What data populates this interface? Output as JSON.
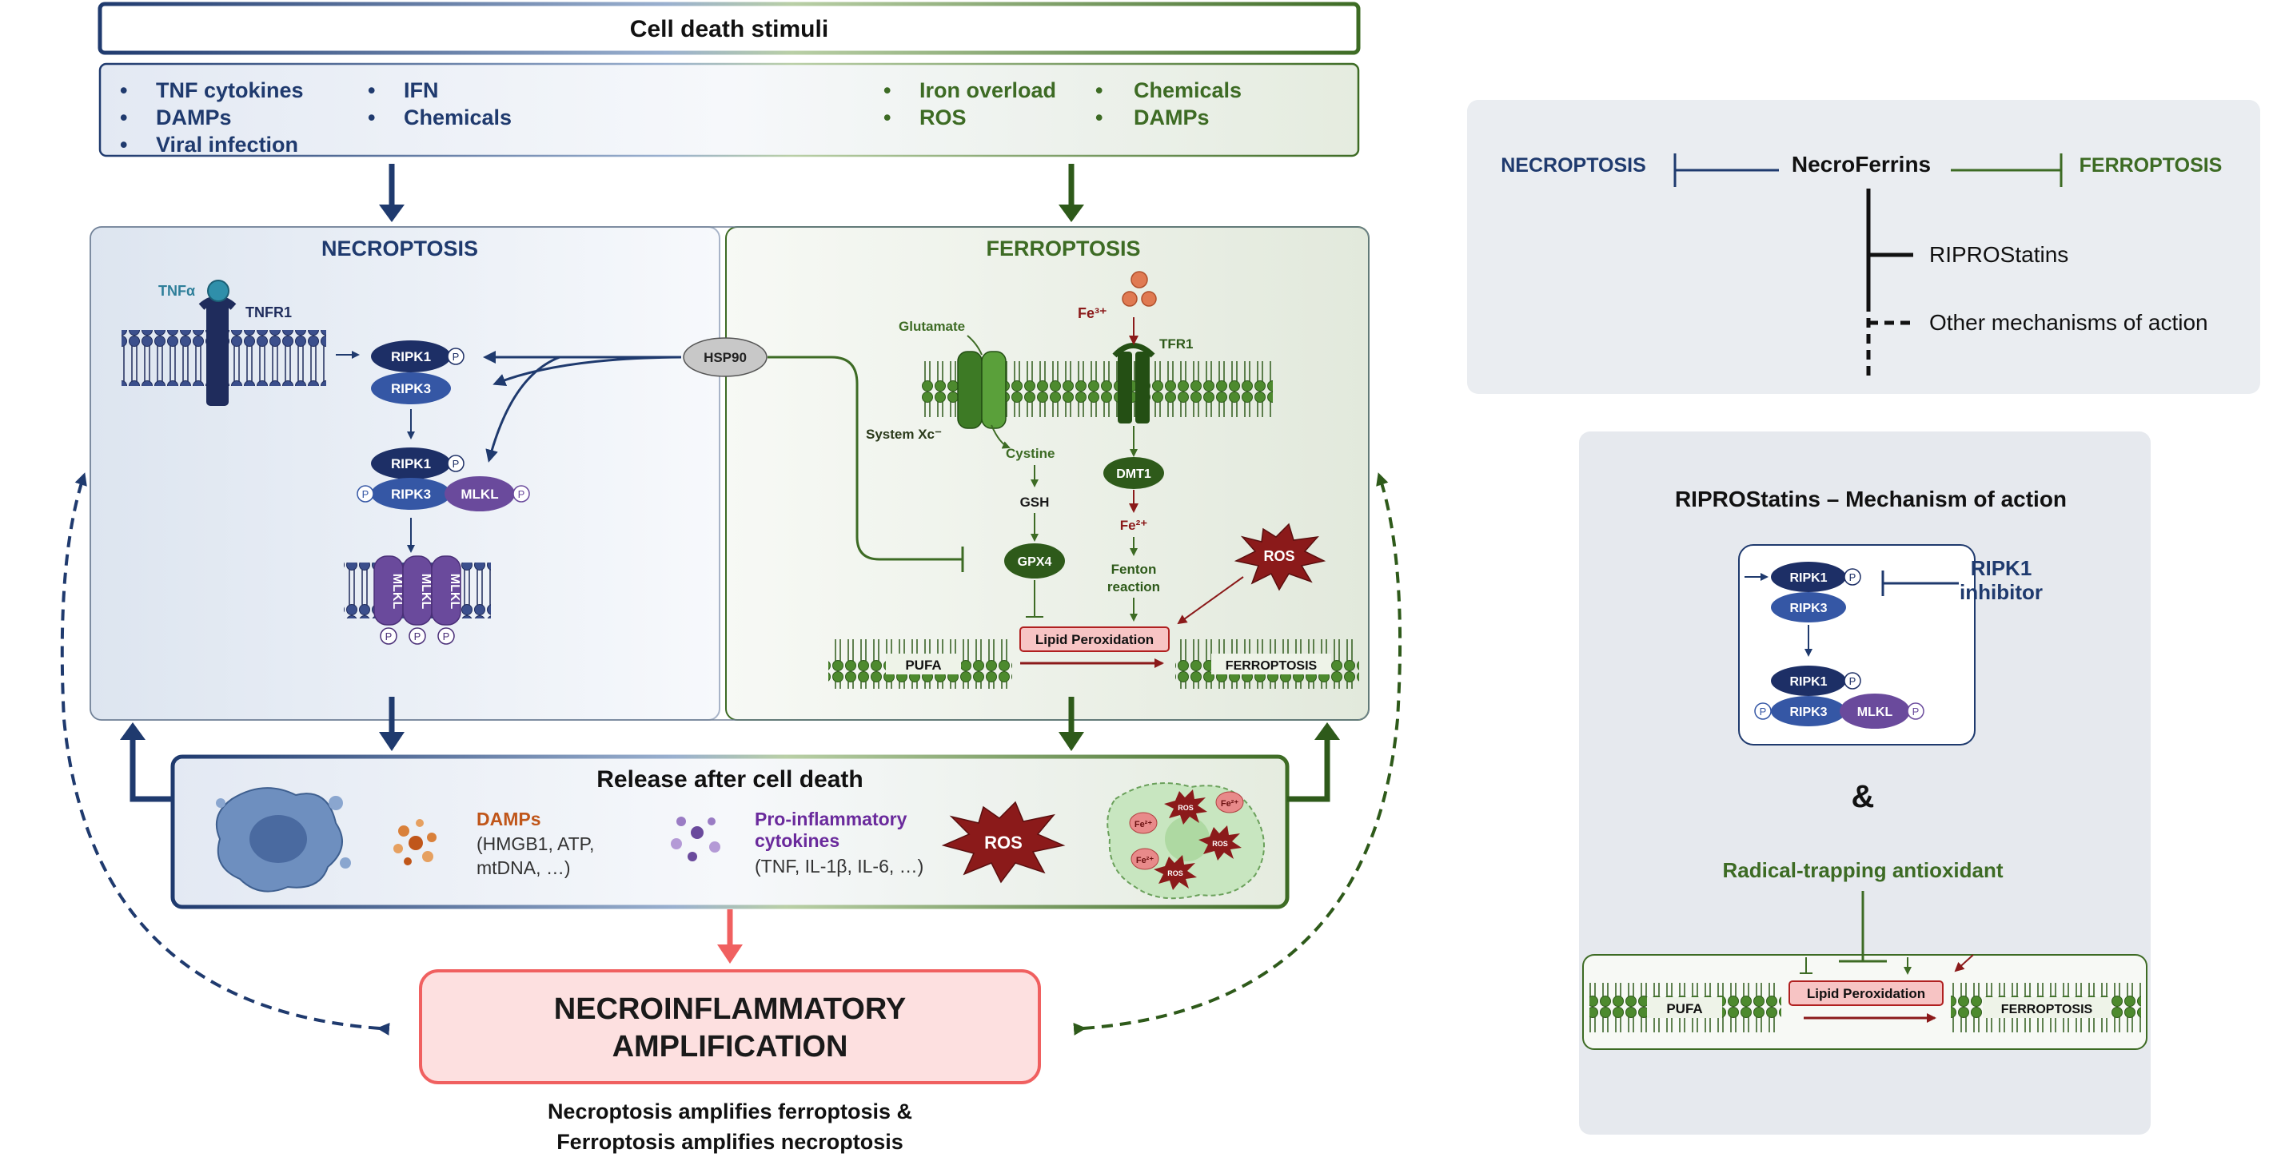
{
  "stimuli": {
    "title": "Cell death stimuli",
    "left_col1": [
      "TNF cytokines",
      "DAMPs",
      "Viral infection"
    ],
    "left_col2": [
      "IFN",
      "Chemicals"
    ],
    "right_col1": [
      "Iron overload",
      "ROS"
    ],
    "right_col2": [
      "Chemicals",
      "DAMPs"
    ],
    "bullet": "•"
  },
  "necroptosis": {
    "title": "NECROPTOSIS",
    "tnfa": "TNFα",
    "tnfr1": "TNFR1",
    "ripk1": "RIPK1",
    "ripk3": "RIPK3",
    "mlkl": "MLKL",
    "p": "P",
    "hsp90": "HSP90"
  },
  "ferroptosis": {
    "title": "FERROPTOSIS",
    "glutamate": "Glutamate",
    "system_xc": "System Xc⁻",
    "cystine": "Cystine",
    "gsh": "GSH",
    "gpx4": "GPX4",
    "fe3": "Fe³⁺",
    "tfr1": "TFR1",
    "dmt1": "DMT1",
    "fe2": "Fe²⁺",
    "fenton": [
      "Fenton",
      "reaction"
    ],
    "ros": "ROS",
    "lipid_perox": "Lipid Peroxidation",
    "pufa": "PUFA",
    "ferro_label": "FERROPTOSIS"
  },
  "release": {
    "title": "Release after cell death",
    "damps_title": "DAMPs",
    "damps_lines": [
      "(HMGB1, ATP,",
      "mtDNA, …)"
    ],
    "cyto_title": [
      "Pro-inflammatory",
      "cytokines"
    ],
    "cyto_line": "(TNF, IL-1β, IL-6, …)",
    "ros": "ROS",
    "fe": "Fe²⁺"
  },
  "amplification": {
    "title": [
      "NECROINFLAMMATORY",
      "AMPLIFICATION"
    ],
    "caption": [
      "Necroptosis amplifies ferroptosis &",
      "Ferroptosis amplifies necroptosis"
    ]
  },
  "necroferrins": {
    "left": "NECROPTOSIS",
    "center": "NecroFerrins",
    "right": "FERROPTOSIS",
    "ripro": "RIPROStatins",
    "other": "Other mechanisms of action"
  },
  "mechanism": {
    "title": "RIPROStatins – Mechanism of action",
    "inhibitor": [
      "RIPK1",
      "inhibitor"
    ],
    "amp": "&",
    "antiox": "Radical-trapping antioxidant",
    "lipid_perox": "Lipid Peroxidation",
    "pufa": "PUFA",
    "ferro_label": "FERROPTOSIS"
  },
  "colors": {
    "navy": "#1f3a6e",
    "green": "#3d6b24",
    "dark_red": "#8b1a1a",
    "purple": "#6a4a9c",
    "orange": "#c0561a",
    "amp_border": "#f06060"
  }
}
